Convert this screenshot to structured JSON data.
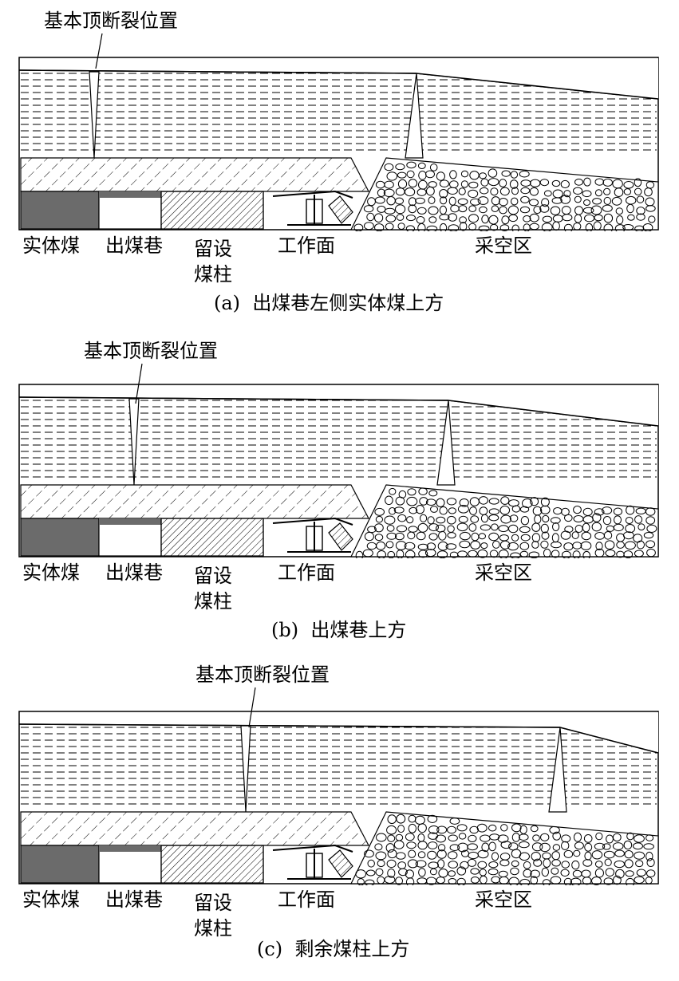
{
  "panels": [
    {
      "fracture_label": "基本顶断裂位置",
      "labels": {
        "solid_coal": "实体煤",
        "roadway": "出煤巷",
        "pillar": "留设煤柱",
        "face": "工作面",
        "goaf": "采空区"
      },
      "caption_letter": "(a)",
      "caption_text": "出煤巷左侧实体煤上方"
    },
    {
      "fracture_label": "基本顶断裂位置",
      "labels": {
        "solid_coal": "实体煤",
        "roadway": "出煤巷",
        "pillar": "留设煤柱",
        "face": "工作面",
        "goaf": "采空区"
      },
      "caption_letter": "(b)",
      "caption_text": "出煤巷上方"
    },
    {
      "fracture_label": "基本顶断裂位置",
      "labels": {
        "solid_coal": "实体煤",
        "roadway": "出煤巷",
        "pillar": "留设煤柱",
        "face": "工作面",
        "goaf": "采空区"
      },
      "caption_letter": "(c)",
      "caption_text": "剩余煤柱上方"
    }
  ],
  "colors": {
    "line": "#000000",
    "solid_coal_fill": "#6b6b6b",
    "background": "#ffffff"
  }
}
